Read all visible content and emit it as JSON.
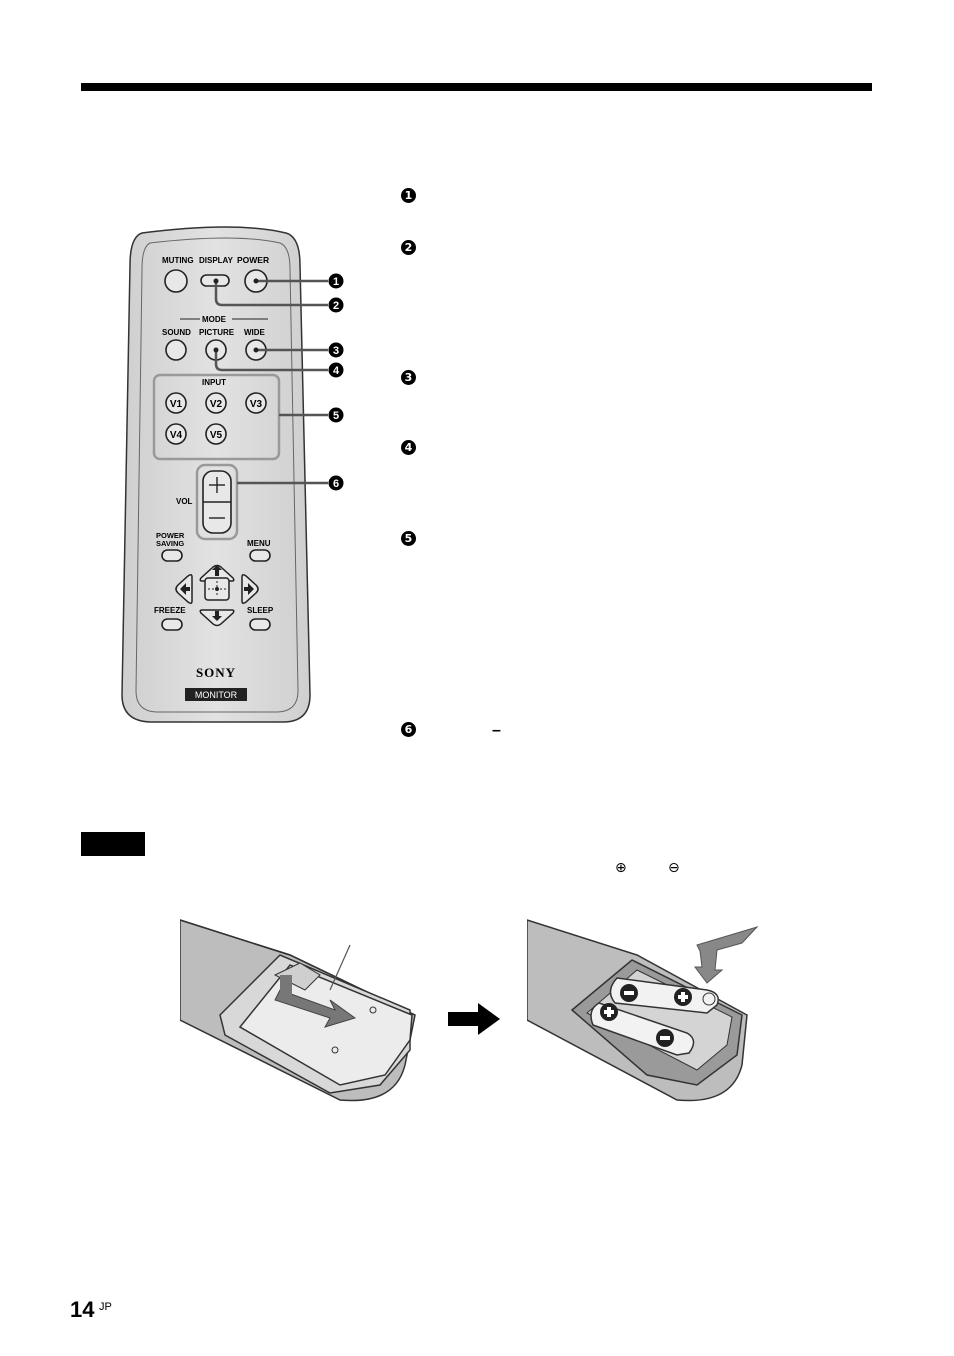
{
  "remote": {
    "muting": "MUTING",
    "display": "DISPLAY",
    "power": "POWER",
    "mode": "MODE",
    "sound": "SOUND",
    "picture": "PICTURE",
    "wide": "WIDE",
    "input": "INPUT",
    "v1": "V1",
    "v2": "V2",
    "v3": "V3",
    "v4": "V4",
    "v5": "V5",
    "vol": "VOL",
    "power_saving_1": "POWER",
    "power_saving_2": "SAVING",
    "menu": "MENU",
    "freeze": "FREEZE",
    "sleep": "SLEEP",
    "brand": "SONY",
    "model": "MONITOR"
  },
  "callouts": [
    "1",
    "2",
    "3",
    "4",
    "5",
    "6"
  ],
  "sections": {
    "minus": "–",
    "plus_symbol": "⊕",
    "minus_symbol": "⊖"
  },
  "footer": {
    "page": "14",
    "suffix": "JP"
  }
}
